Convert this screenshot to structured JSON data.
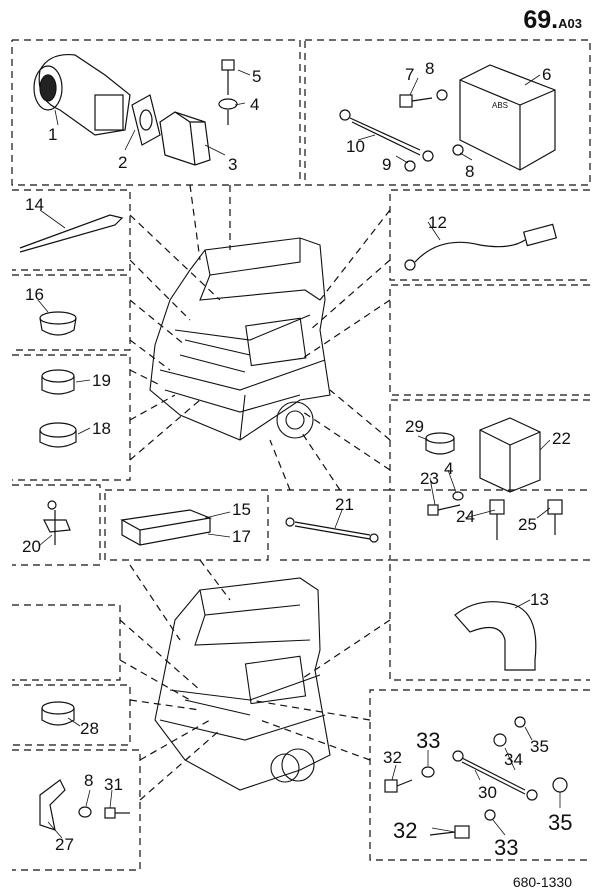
{
  "page": {
    "code_number": "69.",
    "code_suffix": "A03",
    "drawing_number": "680-1330"
  },
  "callouts": [
    {
      "id": "c1",
      "label": "1"
    },
    {
      "id": "c2",
      "label": "2"
    },
    {
      "id": "c3",
      "label": "3"
    },
    {
      "id": "c4",
      "label": "4"
    },
    {
      "id": "c5",
      "label": "5"
    },
    {
      "id": "c6",
      "label": "6"
    },
    {
      "id": "c7",
      "label": "7"
    },
    {
      "id": "c8a",
      "label": "8"
    },
    {
      "id": "c8b",
      "label": "8"
    },
    {
      "id": "c9",
      "label": "9"
    },
    {
      "id": "c10",
      "label": "10"
    },
    {
      "id": "c12",
      "label": "12"
    },
    {
      "id": "c13",
      "label": "13"
    },
    {
      "id": "c14",
      "label": "14"
    },
    {
      "id": "c15",
      "label": "15"
    },
    {
      "id": "c16",
      "label": "16"
    },
    {
      "id": "c17",
      "label": "17"
    },
    {
      "id": "c18",
      "label": "18"
    },
    {
      "id": "c19",
      "label": "19"
    },
    {
      "id": "c20",
      "label": "20"
    },
    {
      "id": "c21",
      "label": "21"
    },
    {
      "id": "c22",
      "label": "22"
    },
    {
      "id": "c23",
      "label": "23"
    },
    {
      "id": "c4b",
      "label": "4"
    },
    {
      "id": "c24",
      "label": "24"
    },
    {
      "id": "c25",
      "label": "25"
    },
    {
      "id": "c27",
      "label": "27"
    },
    {
      "id": "c28",
      "label": "28"
    },
    {
      "id": "c29",
      "label": "29"
    },
    {
      "id": "c8c",
      "label": "8"
    },
    {
      "id": "c31",
      "label": "31"
    },
    {
      "id": "c32a",
      "label": "32"
    },
    {
      "id": "c33a",
      "label": "33"
    },
    {
      "id": "c34",
      "label": "34"
    },
    {
      "id": "c35a",
      "label": "35"
    },
    {
      "id": "c30",
      "label": "30"
    },
    {
      "id": "c32b",
      "label": "32"
    },
    {
      "id": "c33b",
      "label": "33"
    },
    {
      "id": "c35b",
      "label": "35"
    }
  ],
  "module_label": "ABS"
}
